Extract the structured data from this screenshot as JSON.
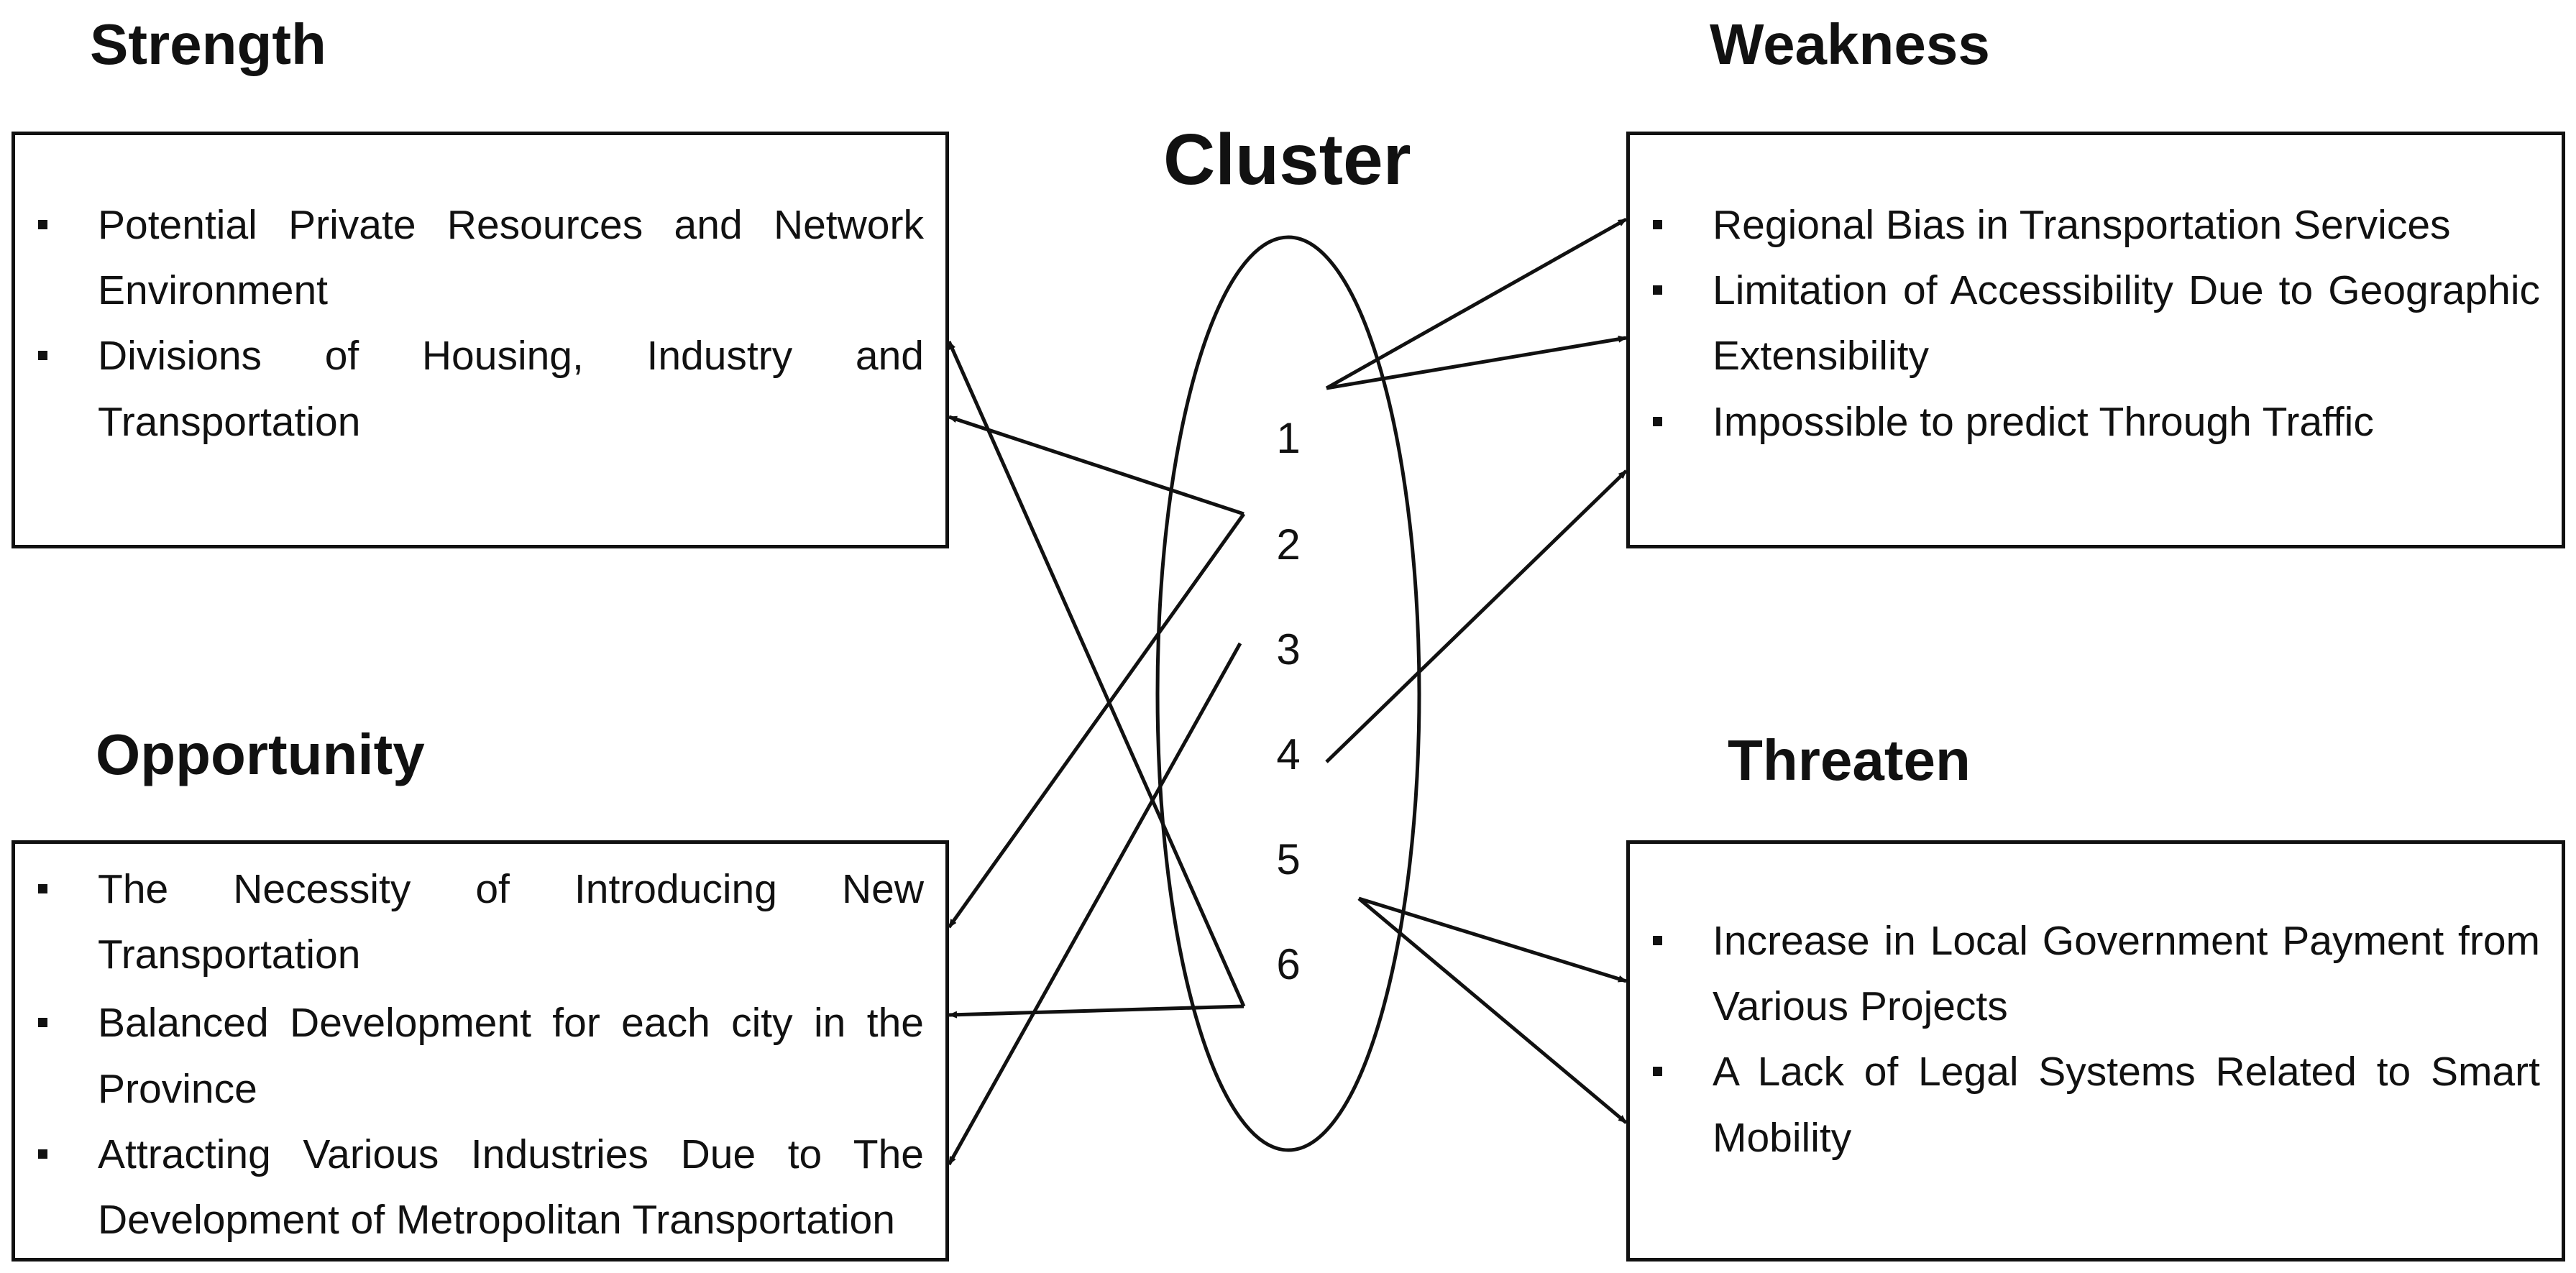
{
  "headings": {
    "strength": "Strength",
    "weakness": "Weakness",
    "cluster": "Cluster",
    "opportunity": "Opportunity",
    "threaten": "Threaten"
  },
  "strength": {
    "items": [
      "Potential Private Resources and Network Environment",
      "Divisions of Housing, Industry and Transportation"
    ]
  },
  "weakness": {
    "items": [
      "Regional Bias in Transportation Services",
      "Limitation of Accessibility Due to Geographic Extensibility",
      "Impossible to predict Through Traffic"
    ]
  },
  "opportunity": {
    "items": [
      "The Necessity of Introducing New Transportation",
      "Balanced Development for each city in the Province",
      "Attracting Various Industries Due to The Development of Metropolitan Transportation"
    ]
  },
  "threaten": {
    "items": [
      "Increase in Local Government Payment from Various Projects",
      "A Lack of Legal Systems Related to Smart Mobility"
    ]
  },
  "cluster": {
    "numbers": [
      "1",
      "2",
      "3",
      "4",
      "5",
      "6"
    ]
  }
}
